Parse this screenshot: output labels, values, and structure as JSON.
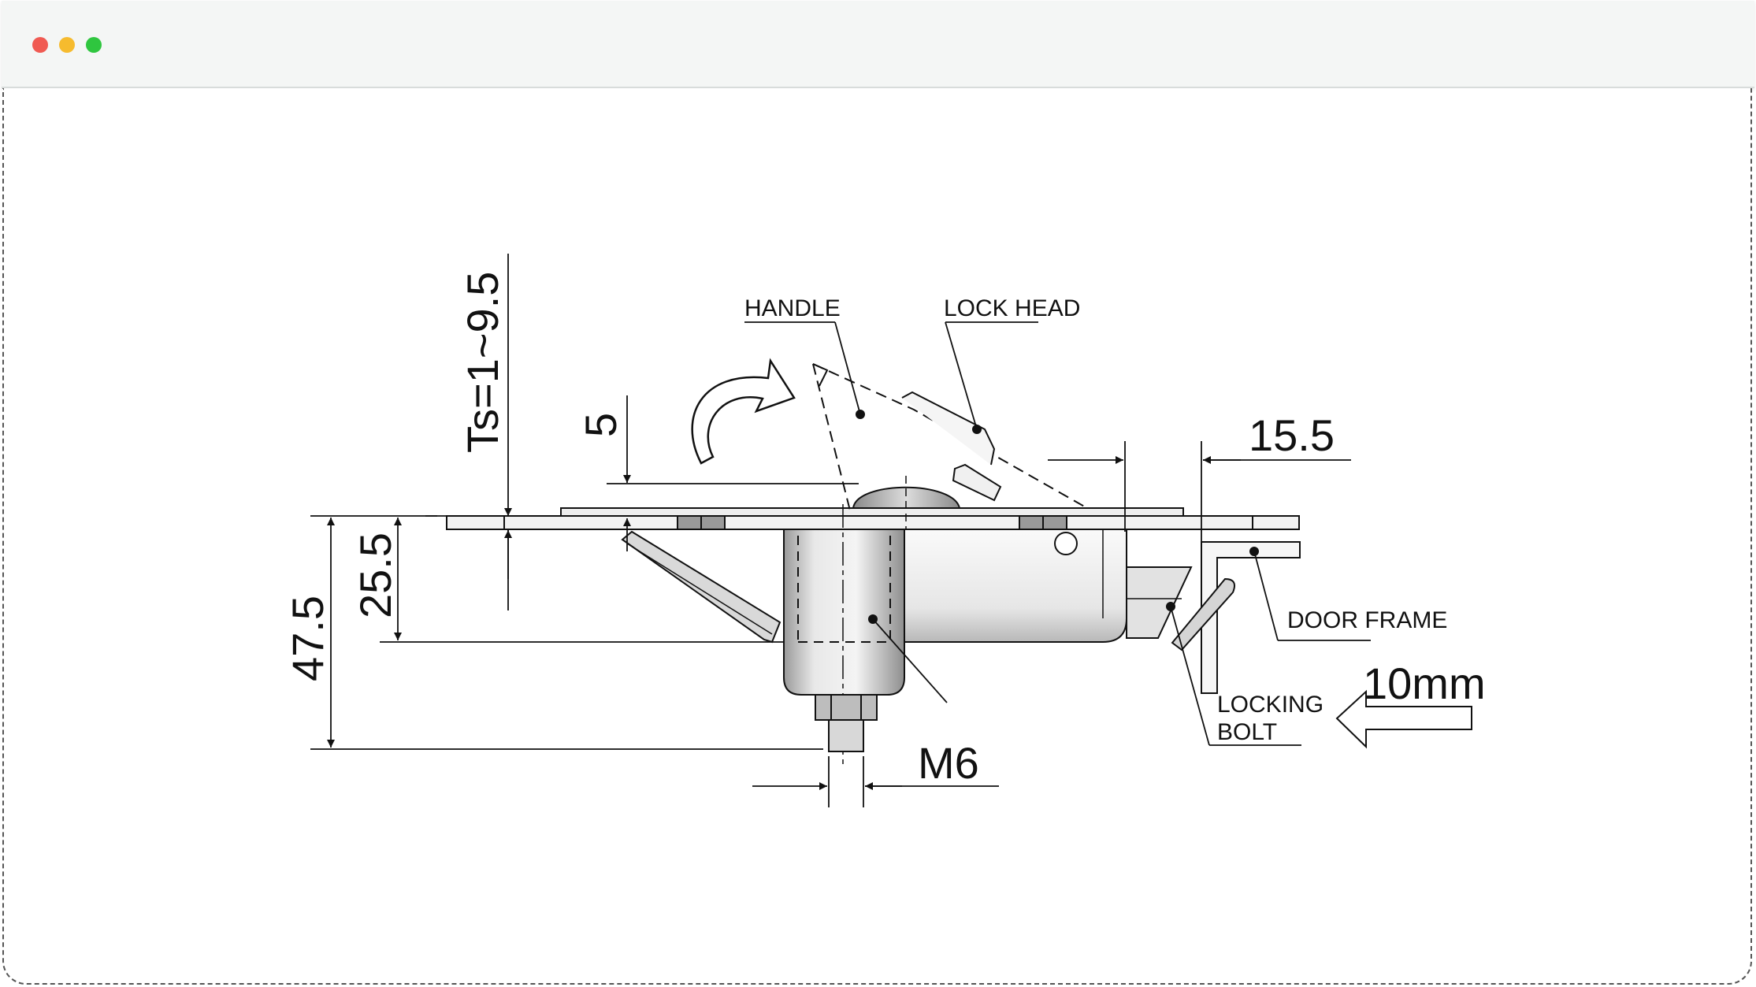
{
  "window": {
    "controls": [
      "close",
      "minimize",
      "maximize"
    ],
    "colors": {
      "close": "#f05a52",
      "minimize": "#f6bb2e",
      "maximize": "#2fc63f"
    }
  },
  "drawing": {
    "labels": {
      "handle": "HANDLE",
      "lock_head": "LOCK HEAD",
      "door_frame": "DOOR FRAME",
      "locking": "LOCKING",
      "bolt": "BOLT"
    },
    "dimensions": {
      "thickness": "Ts=1~9.5",
      "five": "5",
      "fifteen_five": "15.5",
      "twentyfive_five": "25.5",
      "fortyseven_five": "47.5",
      "thread": "M6",
      "travel": "10mm"
    },
    "icons": [
      "rotation-arrow-icon",
      "travel-arrow-icon"
    ]
  }
}
